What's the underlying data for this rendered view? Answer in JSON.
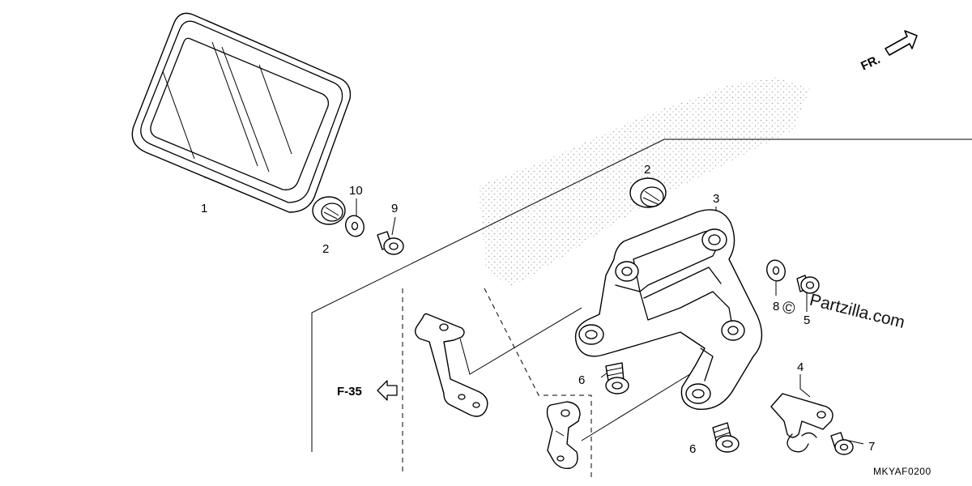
{
  "direction_label": "FR.",
  "section_ref": "F-35",
  "watermark": "Partzilla.com",
  "watermark_symbol": "©",
  "diagram_code": "MKYAF0200",
  "callouts": {
    "part_1": "1",
    "part_2_left": "2",
    "part_10": "10",
    "part_9": "9",
    "part_2_right": "2",
    "part_3": "3",
    "part_8": "8",
    "part_5": "5",
    "part_6_upper": "6",
    "part_6_lower": "6",
    "part_4": "4",
    "part_7": "7"
  }
}
